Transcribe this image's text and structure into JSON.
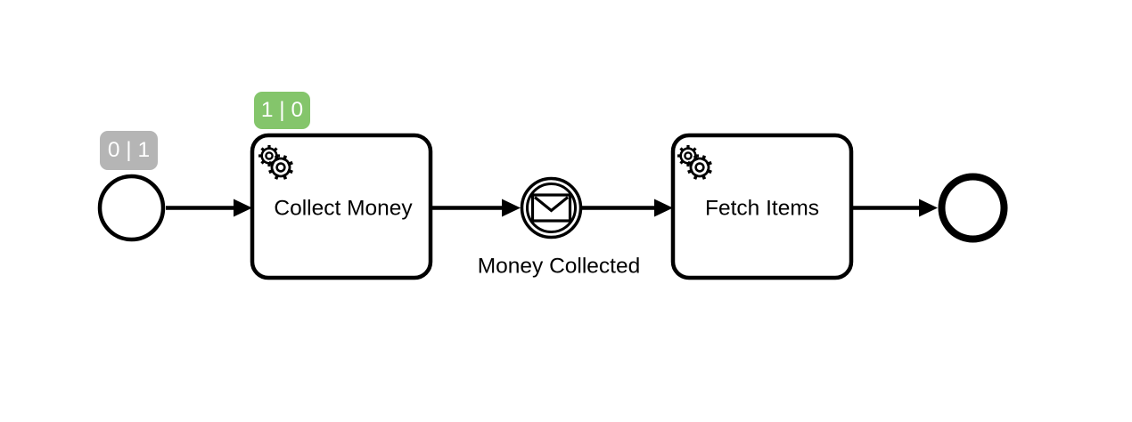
{
  "diagram": {
    "type": "bpmn-process",
    "background": "#ffffff",
    "stroke_color": "#000000",
    "fill_color": "#ffffff",
    "elements": {
      "start_event": {
        "kind": "start-event",
        "badge": {
          "text": "0 | 1",
          "bg": "#b5b5b5",
          "fg": "#ffffff"
        }
      },
      "collect_money": {
        "kind": "service-task",
        "label": "Collect Money",
        "icon": "service-gears-icon",
        "badge": {
          "text": "1 | 0",
          "bg": "#84c56b",
          "fg": "#ffffff"
        }
      },
      "money_collected": {
        "kind": "intermediate-message-catch-event",
        "label": "Money Collected",
        "icon": "envelope-icon"
      },
      "fetch_items": {
        "kind": "service-task",
        "label": "Fetch Items",
        "icon": "service-gears-icon"
      },
      "end_event": {
        "kind": "end-event"
      }
    }
  }
}
